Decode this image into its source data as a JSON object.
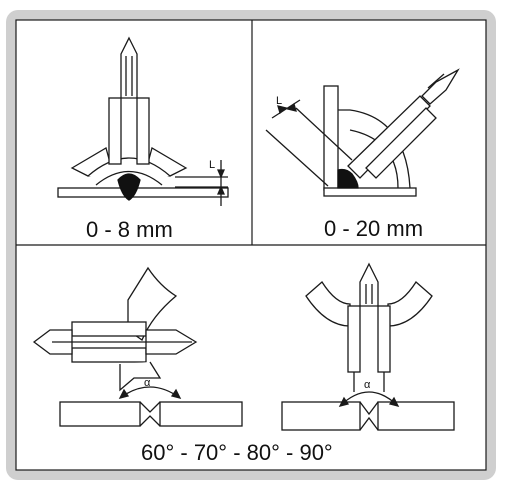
{
  "panels": {
    "top_left": {
      "range_label": "0 - 8 mm",
      "dimension_letter": "L"
    },
    "top_right": {
      "range_label": "0 - 20 mm",
      "dimension_letter": "L"
    },
    "bottom": {
      "angle_label": "60° - 70° - 80° - 90°",
      "angle_symbol_left": "α",
      "angle_symbol_right": "α"
    }
  },
  "colors": {
    "frame_border": "#c8c8c8",
    "line": "#1a1a1a",
    "fill_dark": "#111111",
    "fill_light": "#ffffff"
  }
}
